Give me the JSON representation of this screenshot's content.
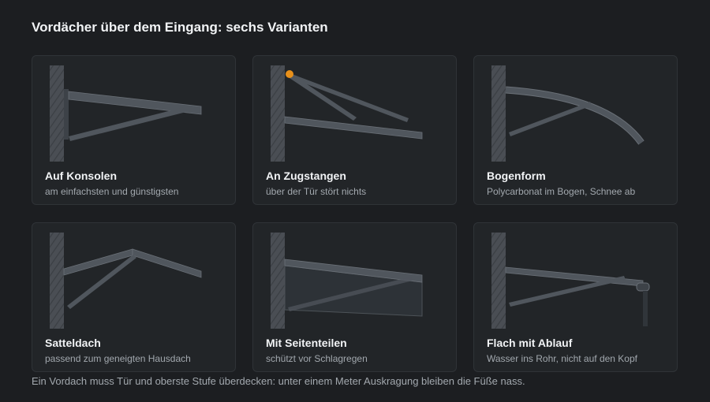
{
  "page": {
    "title": "Vordächer über dem Eingang: sechs Varianten",
    "footer": "Ein Vordach muss Tür und oberste Stufe überdecken: unter einem Meter Auskragung bleiben die Füße nass."
  },
  "colors": {
    "background": "#1c1e21",
    "card": "#222528",
    "wall": "#4a4e54",
    "beam": "#50565d",
    "accent": "#e8901a"
  },
  "cards": [
    {
      "title": "Auf Konsolen",
      "desc": "am einfachsten und günstigsten"
    },
    {
      "title": "An Zugstangen",
      "desc": "über der Tür stört nichts"
    },
    {
      "title": "Bogenform",
      "desc": "Polycarbonat im Bogen, Schnee ab"
    },
    {
      "title": "Satteldach",
      "desc": "passend zum geneigten Hausdach"
    },
    {
      "title": "Mit Seitenteilen",
      "desc": "schützt vor Schlagregen"
    },
    {
      "title": "Flach mit Ablauf",
      "desc": "Wasser ins Rohr, nicht auf den Kopf"
    }
  ]
}
